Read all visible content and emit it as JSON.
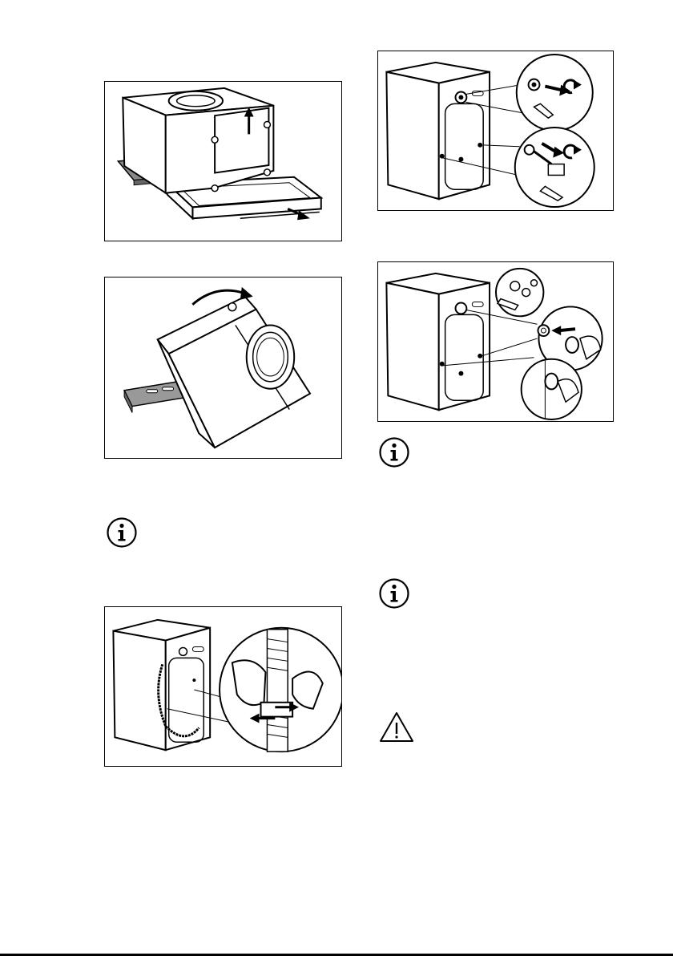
{
  "figures": [
    {
      "icon": "remove-packaging-base-figure"
    },
    {
      "icon": "tilt-machine-figure"
    },
    {
      "icon": "release-hose-clamp-figure"
    },
    {
      "icon": "remove-transit-bolts-figure"
    },
    {
      "icon": "insert-plastic-caps-figure"
    }
  ],
  "notes": [
    {
      "icon": "info-icon"
    },
    {
      "icon": "info-icon"
    },
    {
      "icon": "info-icon"
    }
  ],
  "warning": {
    "icon": "warning-triangle-icon"
  }
}
